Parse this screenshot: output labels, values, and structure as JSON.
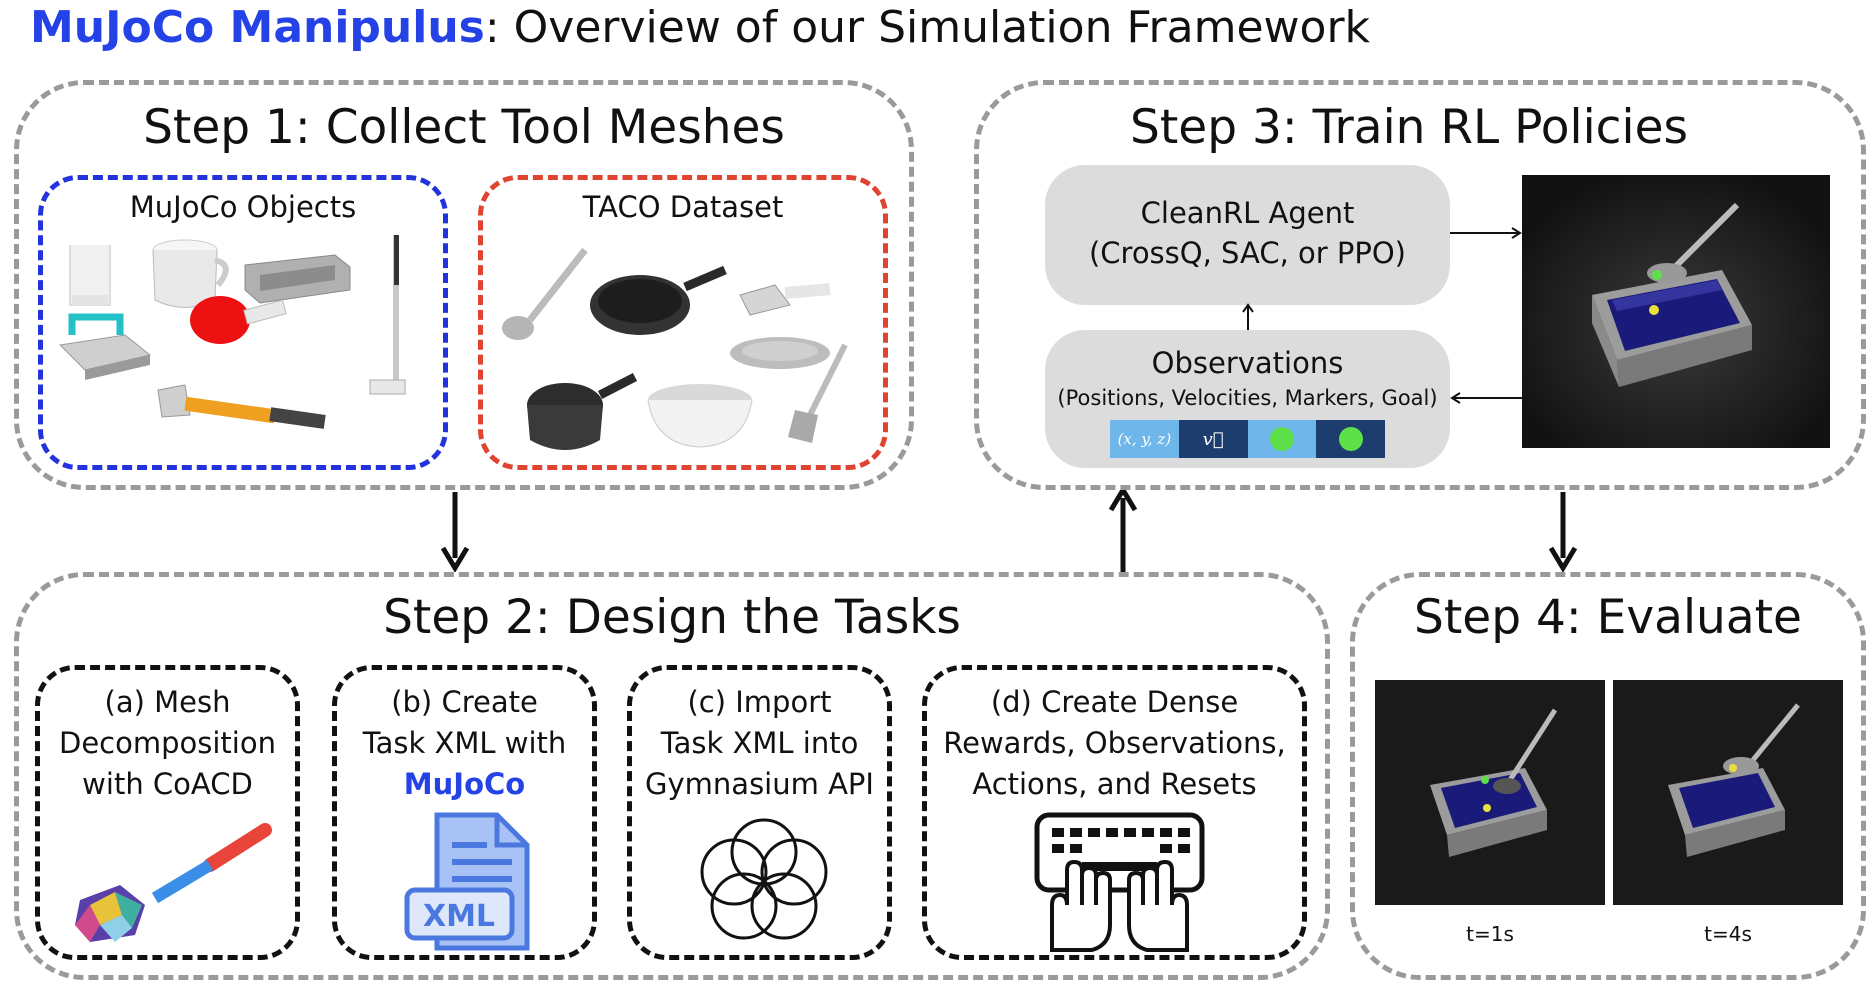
{
  "header": {
    "brand": "MuJoCo Manipulus",
    "rest": ": Overview of our Simulation Framework",
    "brand_color": "#2442e6"
  },
  "step1": {
    "title": "Step 1: Collect Tool Meshes",
    "mujoco_label": "MuJoCo Objects",
    "taco_label": "TACO Dataset",
    "mujoco_border": "#2233dd",
    "taco_border": "#e04430"
  },
  "step2": {
    "title": "Step 2: Design the Tasks",
    "cards": [
      {
        "lines": [
          "(a) Mesh",
          "Decomposition",
          "with CoACD"
        ],
        "icon": "decomposed-spoon-icon"
      },
      {
        "lines": [
          "(b) Create",
          "Task XML with"
        ],
        "brand": "MuJoCo",
        "icon": "xml-file-icon",
        "icon_text": "XML"
      },
      {
        "lines": [
          "(c) Import",
          "Task XML into",
          "Gymnasium API"
        ],
        "icon": "gymnasium-rings-icon"
      },
      {
        "lines": [
          "(d) Create Dense",
          "Rewards, Observations,",
          "Actions, and Resets"
        ],
        "icon": "typing-keyboard-icon"
      }
    ]
  },
  "step3": {
    "title": "Step 3: Train RL Policies",
    "agent_line1": "CleanRL Agent",
    "agent_line2": "(CrossQ, SAC, or PPO)",
    "obs_line1": "Observations",
    "obs_line2": "(Positions, Velocities, Markers, Goal)",
    "obs_cells": [
      "(x, y, z)",
      "v⃗",
      "marker",
      "goal"
    ]
  },
  "step4": {
    "title": "Step 4: Evaluate",
    "frame1_label": "t=1s",
    "frame2_label": "t=4s"
  }
}
